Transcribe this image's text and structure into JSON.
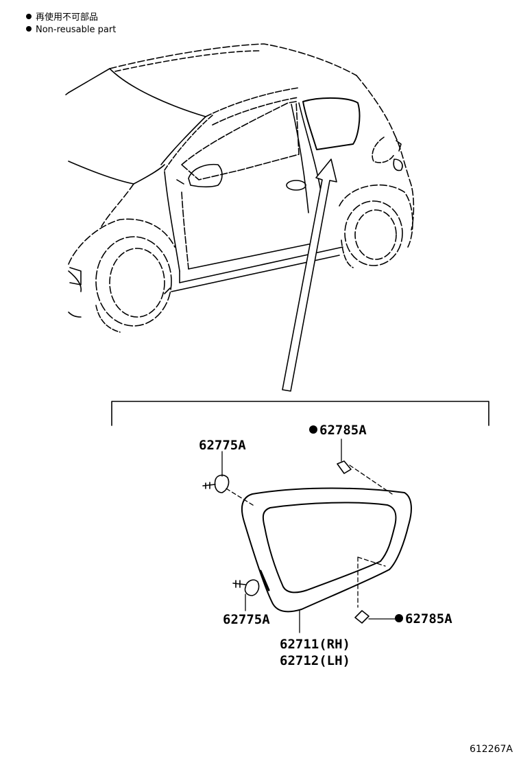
{
  "legend": {
    "symbol": "●",
    "japanese": "再使用不可部品",
    "english": "Non-reusable part"
  },
  "parts": {
    "clip_upper": "62775A",
    "clip_lower": "62775A",
    "spacer_upper": "62785A",
    "spacer_lower": "62785A",
    "glass_rh": "62711(RH)",
    "glass_lh": "62712(LH)"
  },
  "diagram_code": "612267A"
}
